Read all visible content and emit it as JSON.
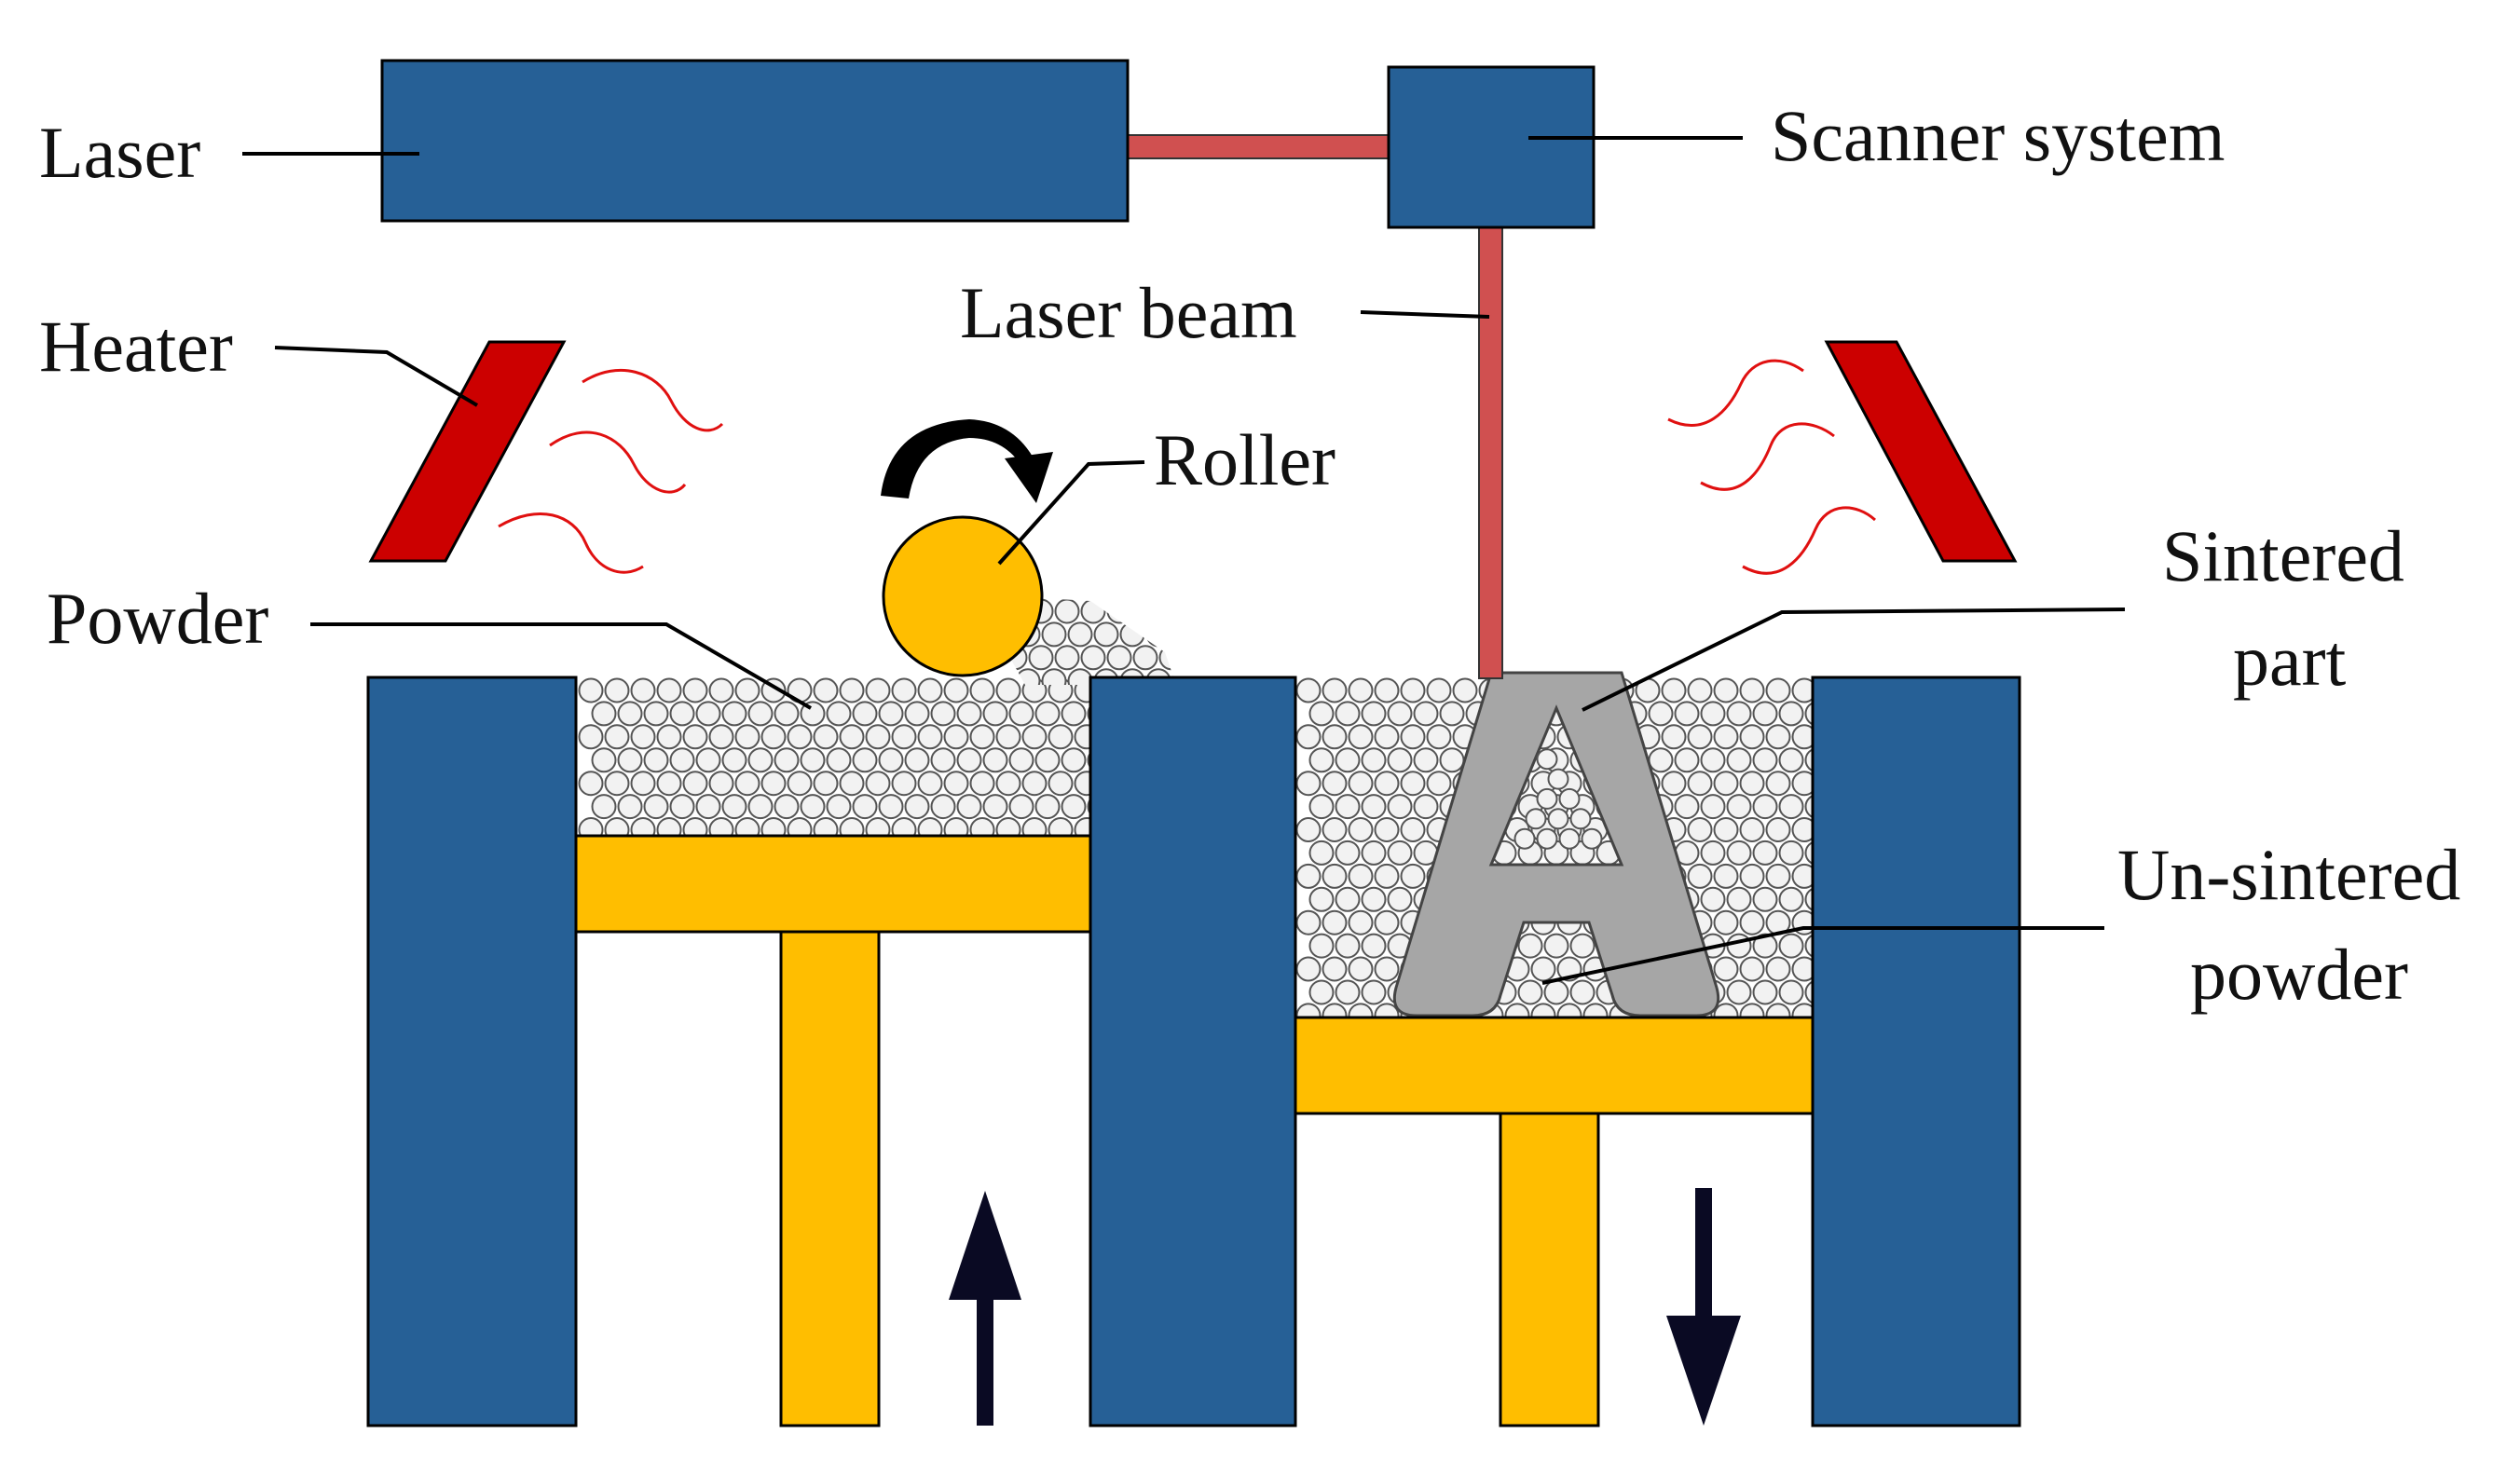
{
  "labels": {
    "laser": "Laser",
    "scanner_system": "Scanner system",
    "laser_beam": "Laser beam",
    "heater": "Heater",
    "roller": "Roller",
    "powder": "Powder",
    "sintered_part_line1": "Sintered",
    "sintered_part_line2": "part",
    "unsintered_line1": "Un-sintered",
    "unsintered_line2": "powder"
  },
  "part_letter": "A",
  "colors": {
    "machine_blue": "#266096",
    "platform_yellow": "#FFBE00",
    "heater_red": "#CC0000",
    "beam_red": "#D05050",
    "heat_wave_red": "#E01010",
    "powder_particle": "#F2F2F2",
    "sintered_gray": "#A6A6A6",
    "arrow_dark": "#0A0A23"
  },
  "icons": {
    "rotation": "curved-arrow-icon",
    "feed_piston_motion": "up-arrow-icon",
    "build_piston_motion": "down-arrow-icon"
  }
}
